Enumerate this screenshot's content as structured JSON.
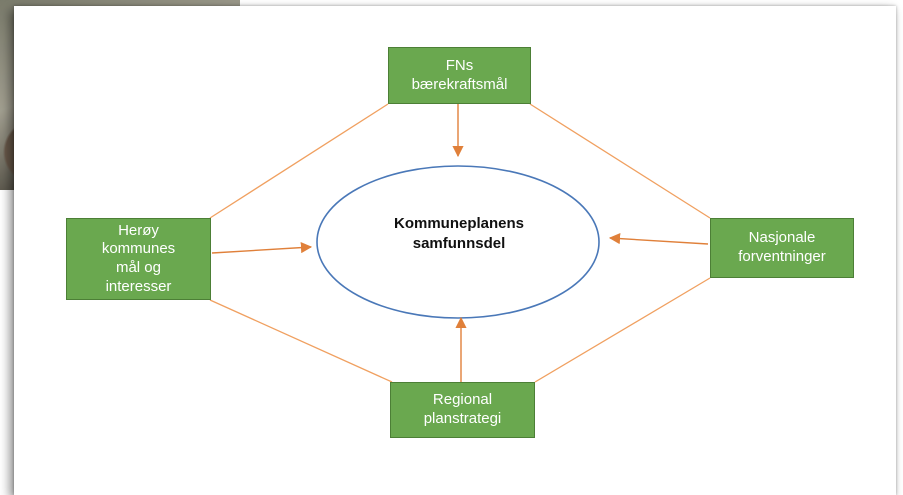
{
  "colors": {
    "node_fill": "#6aa84f",
    "node_border": "#4c7f36",
    "connector": "#f0a060",
    "arrow": "#e0803a",
    "ellipse_stroke": "#4a78b8"
  },
  "diagram": {
    "center": "Kommuneplanens\nsamfunnsdel",
    "nodes": {
      "top": "FNs\nbærekraftsmål",
      "left": "Herøy\nkommunes\nmål og\ninteresser",
      "right": "Nasjonale\nforventninger",
      "bottom": "Regional\nplanstrategi"
    }
  }
}
